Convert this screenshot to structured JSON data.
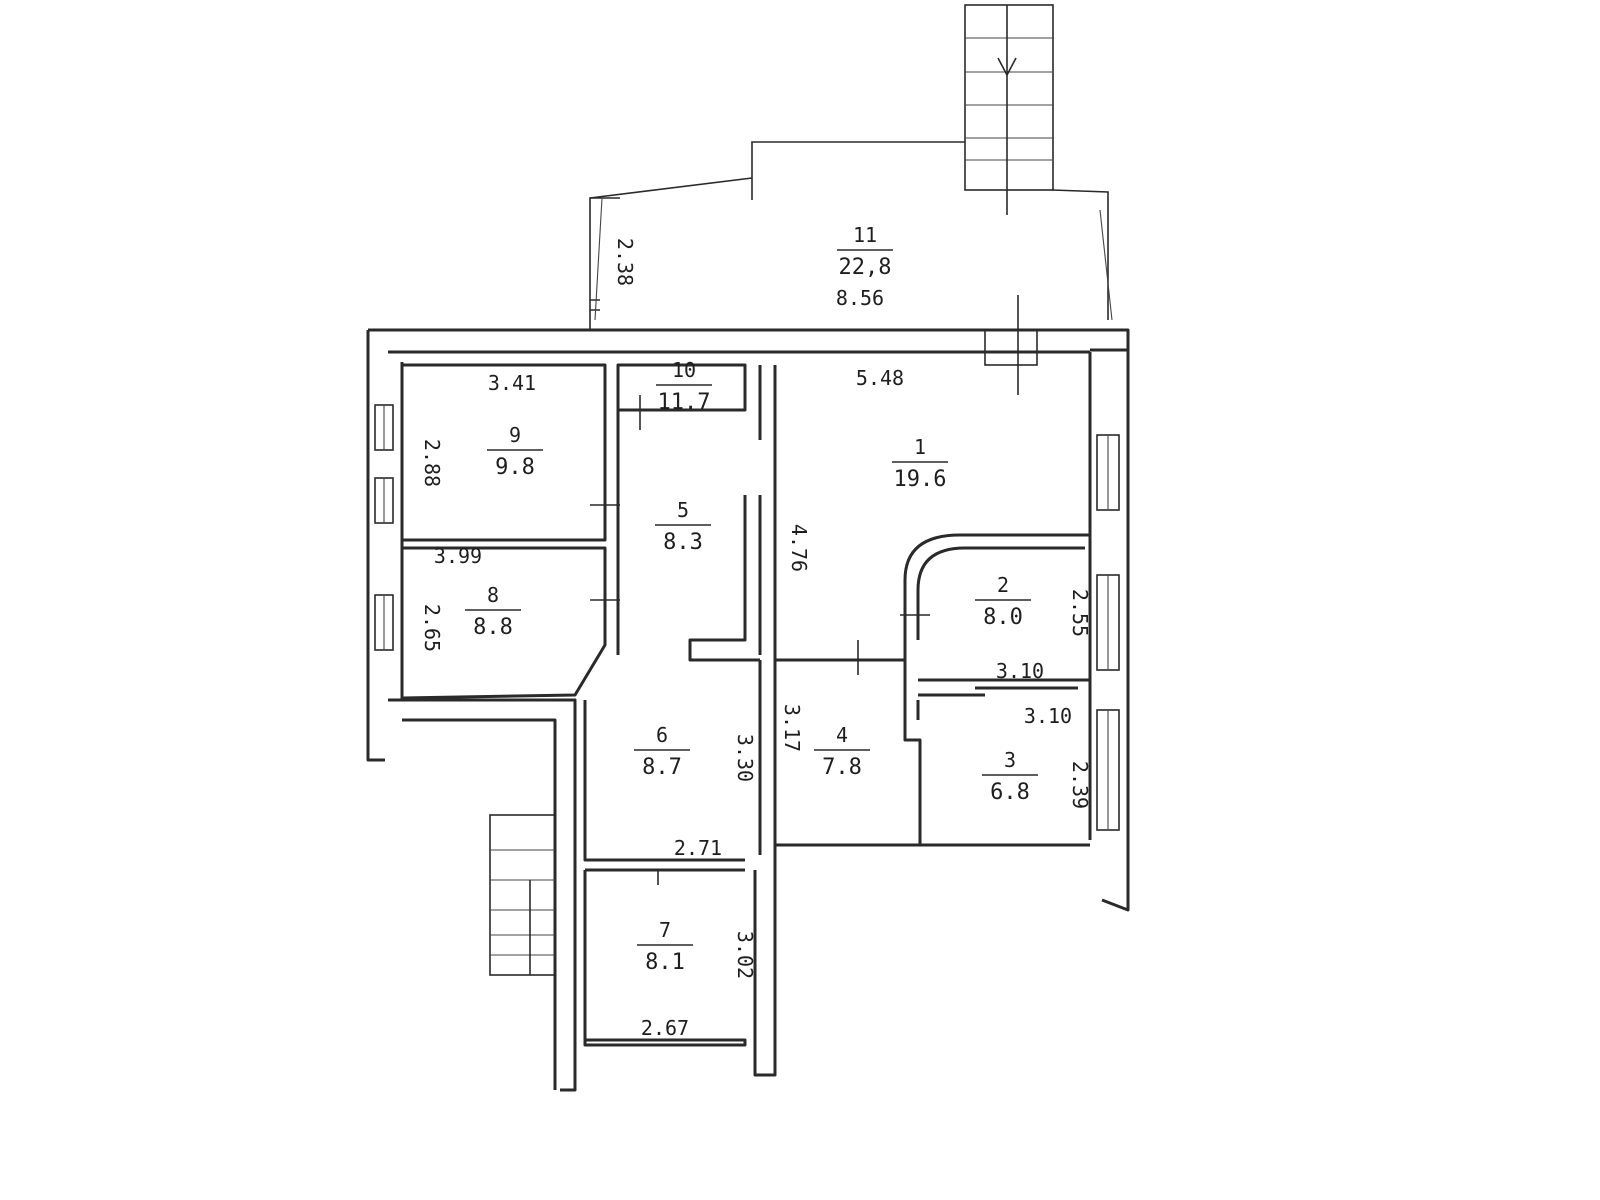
{
  "rooms": [
    {
      "id": "r1",
      "number": "1",
      "area": "19.6"
    },
    {
      "id": "r2",
      "number": "2",
      "area": "8.0"
    },
    {
      "id": "r3",
      "number": "3",
      "area": "6.8"
    },
    {
      "id": "r4",
      "number": "4",
      "area": "7.8"
    },
    {
      "id": "r5",
      "number": "5",
      "area": "8.3"
    },
    {
      "id": "r6",
      "number": "6",
      "area": "8.7"
    },
    {
      "id": "r7",
      "number": "7",
      "area": "8.1"
    },
    {
      "id": "r8",
      "number": "8",
      "area": "8.8"
    },
    {
      "id": "r9",
      "number": "9",
      "area": "9.8"
    },
    {
      "id": "r10",
      "number": "10",
      "area": "11.7"
    },
    {
      "id": "r11",
      "number": "11",
      "area": "22,8"
    }
  ],
  "dimensions": [
    {
      "id": "d-856",
      "text": "8.56"
    },
    {
      "id": "d-238",
      "text": "2.38"
    },
    {
      "id": "d-341",
      "text": "3.41"
    },
    {
      "id": "d-288",
      "text": "2.88"
    },
    {
      "id": "d-548",
      "text": "5.48"
    },
    {
      "id": "d-399",
      "text": "3.99"
    },
    {
      "id": "d-265",
      "text": "2.65"
    },
    {
      "id": "d-476",
      "text": "4.76"
    },
    {
      "id": "d-255",
      "text": "2.55"
    },
    {
      "id": "d-310a",
      "text": "3.10"
    },
    {
      "id": "d-310b",
      "text": "3.10"
    },
    {
      "id": "d-239",
      "text": "2.39"
    },
    {
      "id": "d-317",
      "text": "3.17"
    },
    {
      "id": "d-330",
      "text": "3.30"
    },
    {
      "id": "d-271",
      "text": "2.71"
    },
    {
      "id": "d-302",
      "text": "3.02"
    },
    {
      "id": "d-267",
      "text": "2.67"
    }
  ]
}
